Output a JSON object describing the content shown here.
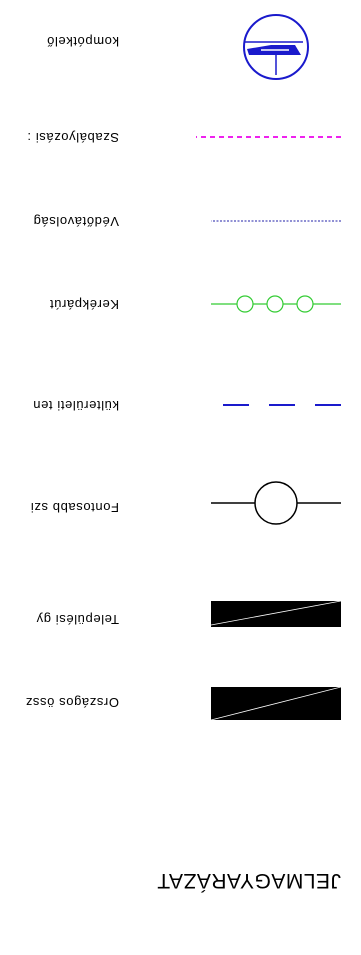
{
  "legend": {
    "title": "JELMAGYARÁZAT",
    "items": [
      {
        "label": "Országos össz",
        "symbol": "black-wedge-bar",
        "color": "#000000"
      },
      {
        "label": "Települési gy",
        "symbol": "black-wedge-bar",
        "color": "#000000"
      },
      {
        "label": "Fontosabb szi",
        "symbol": "line-with-circle",
        "color": "#000000"
      },
      {
        "label": "külterületi ten",
        "symbol": "dashed-blue-line",
        "color": "#1a1acc"
      },
      {
        "label": "Kerékpárút",
        "symbol": "green-line-with-circles",
        "color": "#33cc33"
      },
      {
        "label": "Védőtávolság",
        "symbol": "dotted-blue-line",
        "color": "#2222aa"
      },
      {
        "label": "Szabályozási :",
        "symbol": "magenta-dashed-line",
        "color": "#ee22ee"
      },
      {
        "label": "kompótkelő",
        "symbol": "ferry-crossing-circle",
        "color": "#1a1acc"
      }
    ]
  }
}
